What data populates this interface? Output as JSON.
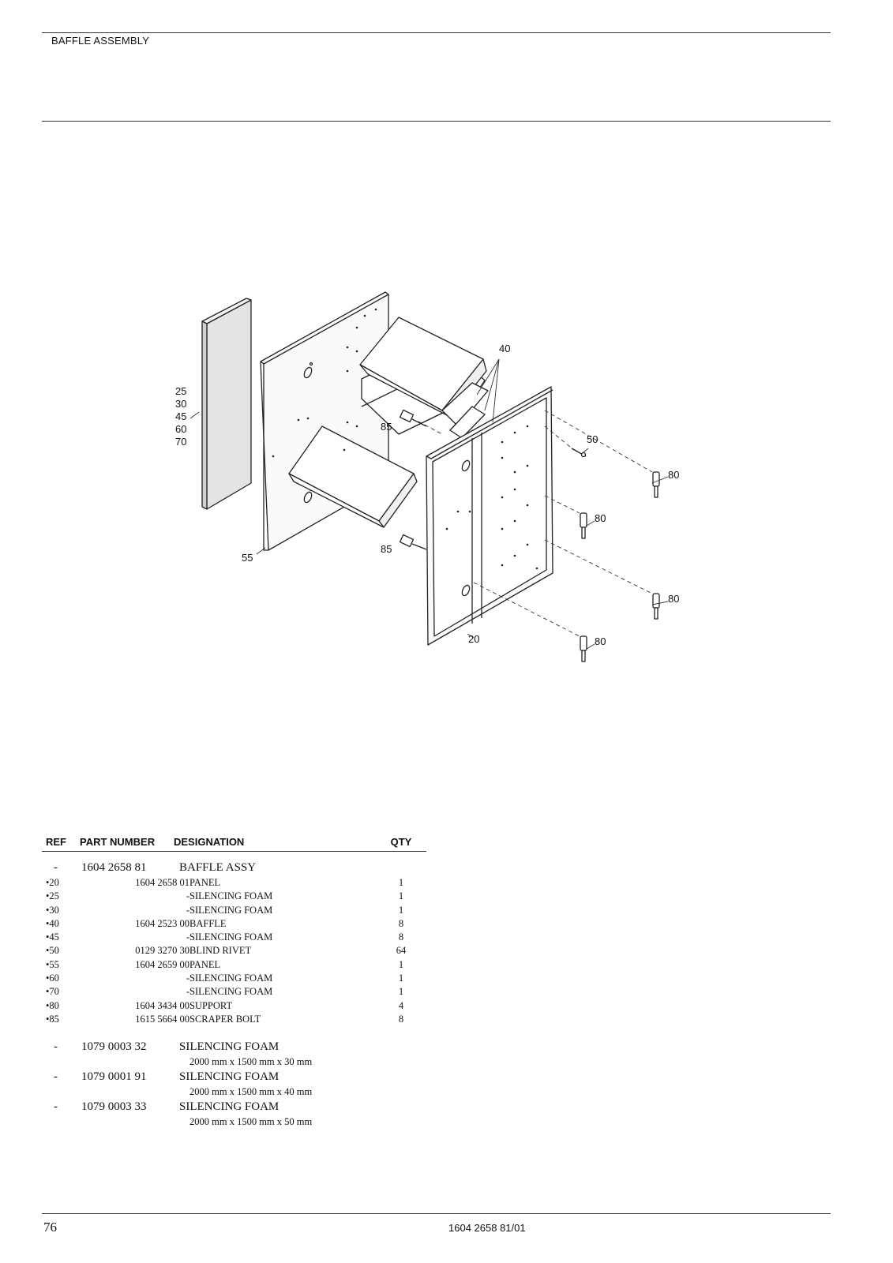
{
  "header": {
    "title": "BAFFLE ASSEMBLY"
  },
  "drawing": {
    "callouts": {
      "foam_refs": [
        "25",
        "30",
        "45",
        "60",
        "70"
      ],
      "c40": "40",
      "c85a": "85",
      "c85b": "85",
      "c50": "50",
      "c80a": "80",
      "c80b": "80",
      "c80c": "80",
      "c80d": "80",
      "c55": "55",
      "c20": "20"
    }
  },
  "parts_table": {
    "columns": {
      "ref": "REF",
      "part": "PART NUMBER",
      "desc": "DESIGNATION",
      "qty": "QTY"
    },
    "assembly": {
      "ref": "-",
      "part": "1604 2658 81",
      "desc": "BAFFLE ASSY"
    },
    "items": [
      {
        "ref": "•20",
        "part": "1604 2658 01",
        "desc": "PANEL",
        "qty": "1"
      },
      {
        "ref": "•25",
        "part": "-",
        "desc": "SILENCING FOAM",
        "qty": "1"
      },
      {
        "ref": "•30",
        "part": "-",
        "desc": "SILENCING FOAM",
        "qty": "1"
      },
      {
        "ref": "•40",
        "part": "1604 2523 00",
        "desc": "BAFFLE",
        "qty": "8"
      },
      {
        "ref": "•45",
        "part": "-",
        "desc": "SILENCING FOAM",
        "qty": "8"
      },
      {
        "ref": "•50",
        "part": "0129 3270 30",
        "desc": "BLIND RIVET",
        "qty": "64"
      },
      {
        "ref": "•55",
        "part": "1604 2659 00",
        "desc": "PANEL",
        "qty": "1"
      },
      {
        "ref": "•60",
        "part": "-",
        "desc": "SILENCING FOAM",
        "qty": "1"
      },
      {
        "ref": "•70",
        "part": "-",
        "desc": "SILENCING FOAM",
        "qty": "1"
      },
      {
        "ref": "•80",
        "part": "1604 3434 00",
        "desc": "SUPPORT",
        "qty": "4"
      },
      {
        "ref": "•85",
        "part": "1615 5664 00",
        "desc": "SCRAPER BOLT",
        "qty": "8"
      }
    ],
    "foam_sheets": [
      {
        "ref": "-",
        "part": "1079 0003 32",
        "desc": "SILENCING FOAM",
        "size": "2000 mm x 1500 mm x 30 mm"
      },
      {
        "ref": "-",
        "part": "1079 0001 91",
        "desc": "SILENCING FOAM",
        "size": "2000 mm x 1500 mm x 40 mm"
      },
      {
        "ref": "-",
        "part": "1079 0003 33",
        "desc": "SILENCING FOAM",
        "size": "2000 mm x 1500 mm x 50 mm"
      }
    ]
  },
  "footer": {
    "page_number": "76",
    "doc_number": "1604 2658 81/01"
  }
}
